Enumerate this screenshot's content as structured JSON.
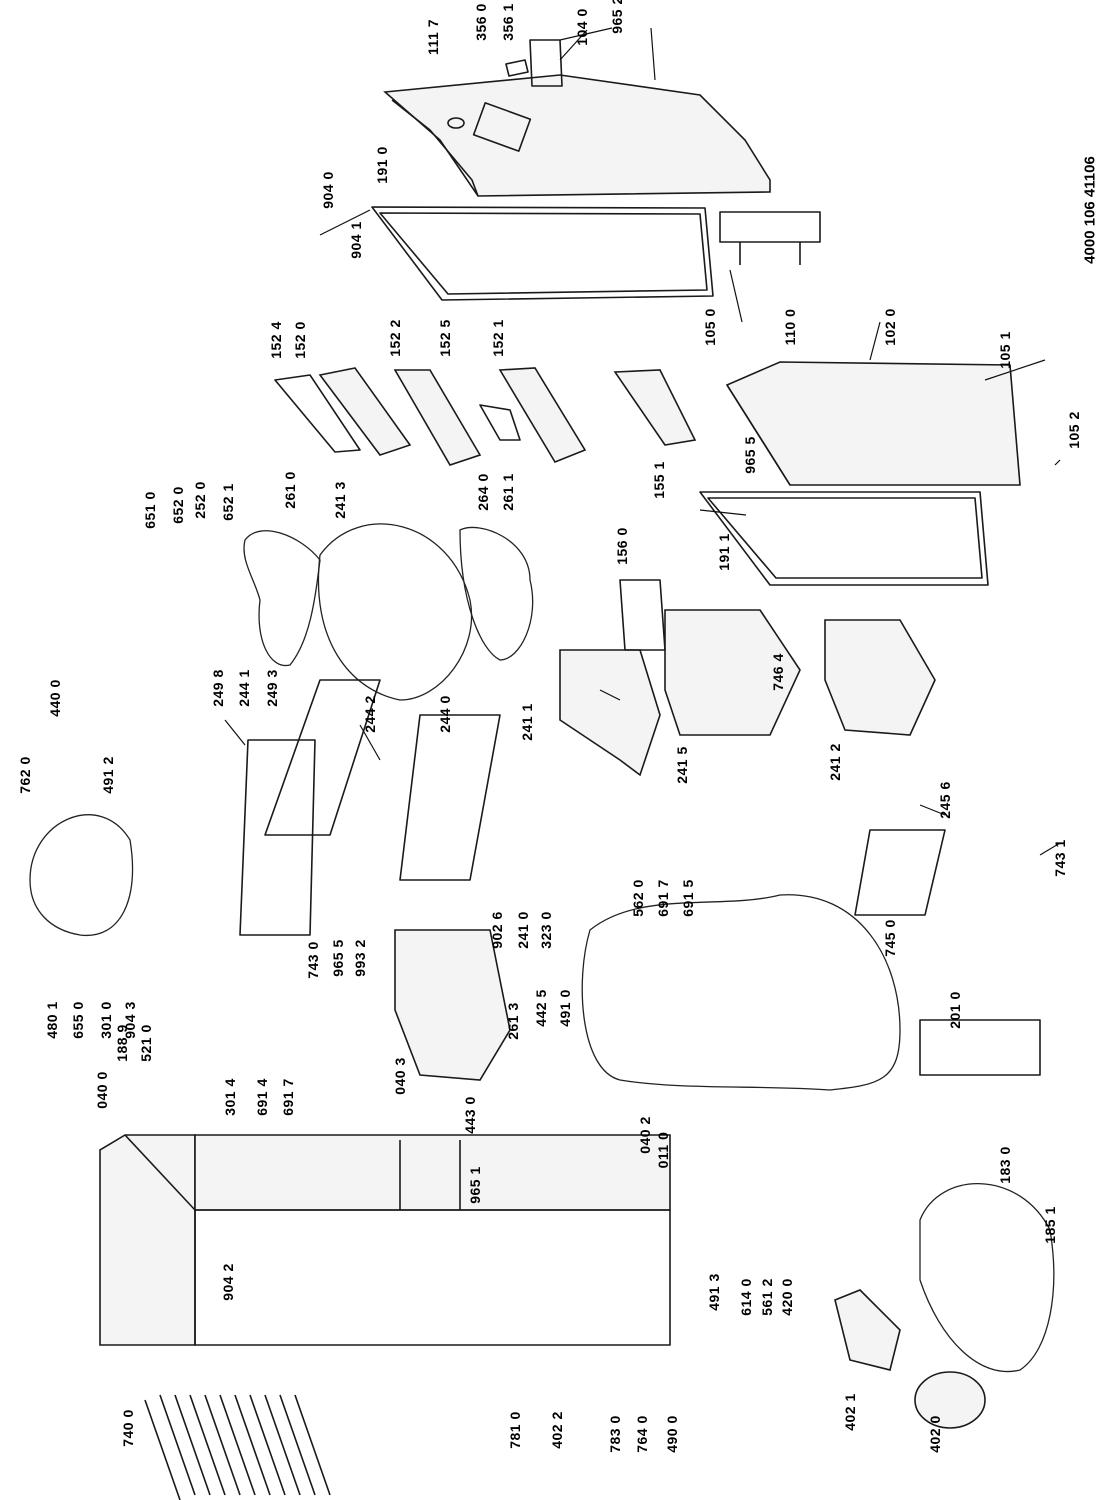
{
  "document_number": "4000 106 41106",
  "part_labels": [
    "111 7",
    "356 0",
    "356 1",
    "104 0",
    "965 2",
    "191 0",
    "904 0",
    "904 1",
    "110 0",
    "105 0",
    "102 0",
    "105 1",
    "105 2",
    "152 4",
    "152 0",
    "152 2",
    "152 5",
    "152 1",
    "155 1",
    "965 5",
    "191 1",
    "261 0",
    "241 3",
    "264 0",
    "261 1",
    "156 0",
    "651 0",
    "652 0",
    "252 0",
    "652 1",
    "249 8",
    "244 1",
    "249 3",
    "244 2",
    "244 0",
    "241 1",
    "241 5",
    "241 2",
    "746 4",
    "245 6",
    "762 0",
    "491 2",
    "440 0",
    "743 1",
    "902 6",
    "241 0",
    "323 0",
    "261 3",
    "442 5",
    "491 0",
    "562 0",
    "691 7",
    "691 5",
    "745 0",
    "201 0",
    "480 1",
    "655 0",
    "301 0",
    "904 3",
    "743 0",
    "965 5",
    "993 2",
    "188 9",
    "521 0",
    "040 0",
    "301 4",
    "691 4",
    "691 7",
    "040 3",
    "443 0",
    "040 2",
    "965 1",
    "011 0",
    "904 2",
    "183 0",
    "185 1",
    "491 3",
    "614 0",
    "561 2",
    "420 0",
    "402 1",
    "402 0",
    "740 0",
    "781 0",
    "402 2",
    "783 0",
    "764 0",
    "490 0"
  ]
}
